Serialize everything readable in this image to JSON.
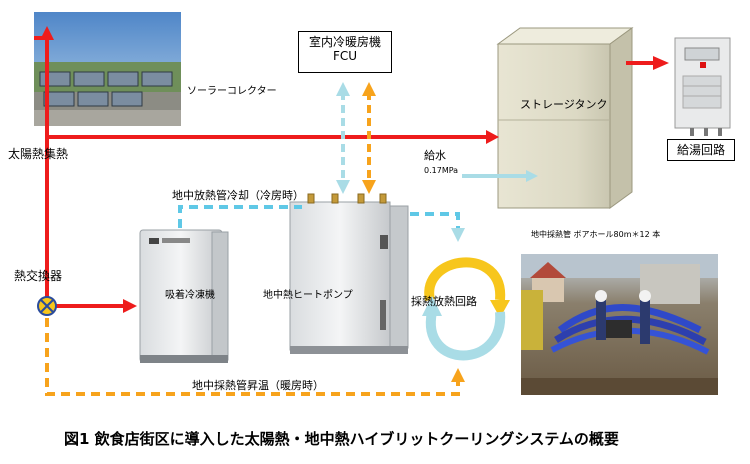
{
  "labels": {
    "solar_collector": "ソーラーコレクター",
    "solar_heat_collection": "太陽熱集熱",
    "heat_exchanger": "熱交換器",
    "indoor_unit_line1": "室内冷暖房機",
    "indoor_unit_line2": "FCU",
    "storage_tank": "ストレージタンク",
    "hot_water_circuit": "給湯回路",
    "water_supply": "給水",
    "water_pressure": "0.17MPa",
    "ground_cooling": "地中放熱管冷却（冷房時）",
    "absorption_chiller": "吸着冷凍機",
    "ground_heat_pump": "地中熱ヒートポンプ",
    "heat_circuit": "採熱放熱回路",
    "borehole": "地中採熱管 ボアホール80m＊12 本",
    "ground_heating": "地中採熱管昇温（暖房時）",
    "caption": "図1  飲食店街区に導入した太陽熱・地中熱ハイブリットクーリングシステムの概要"
  },
  "colors": {
    "solar_line": "#ee1c1c",
    "warm_line": "#f7a31c",
    "cool_line": "#5fc8e6",
    "pale_cool_line": "#a9dce6",
    "arrow_dark": "#d40000"
  }
}
